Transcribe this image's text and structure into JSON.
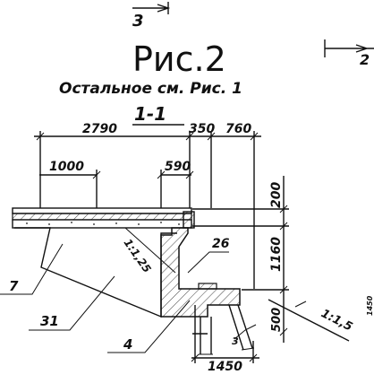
{
  "figure": {
    "title": "Рис.2",
    "subtitle": "Остальное см. Рис. 1",
    "section": "1-1",
    "cut_marks": {
      "left": "3",
      "right": "2"
    }
  },
  "dimensions": {
    "top_2790": "2790",
    "top_350": "350",
    "top_760": "760",
    "d_1000": "1000",
    "d_590": "590",
    "d_200": "200",
    "d_1160": "1160",
    "d_500": "500",
    "d_1450": "1450",
    "edge_cut": "1450"
  },
  "slopes": {
    "s1": "1:1,25",
    "s2": "1:1,5"
  },
  "callouts": {
    "c7": "7",
    "c31": "31",
    "c26": "26",
    "c4": "4",
    "c3": "3"
  }
}
